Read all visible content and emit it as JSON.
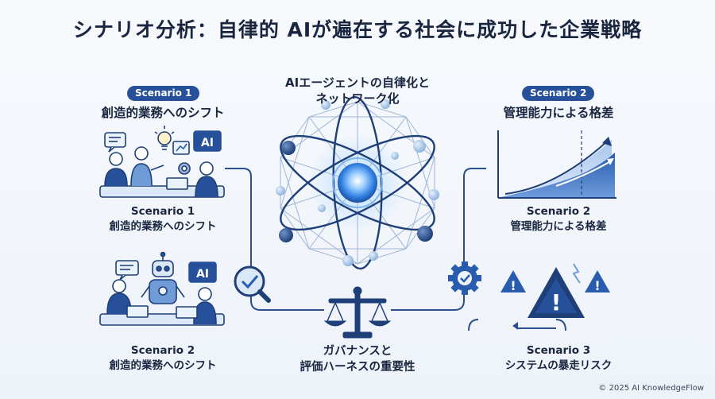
{
  "title": "シナリオ分析：自律的 AIが遍在する社会に成功した企業戦略",
  "center": {
    "top_label_1": "AIエージェントの自律化と",
    "top_label_2": "ネットワーク化",
    "bottom_label_1": "ガバナンスと",
    "bottom_label_2": "評価ハーネスの重要性"
  },
  "left_top": {
    "pill": "Scenario 1",
    "heading": "創造的業務へのシフト",
    "caption_1": "Scenario 1",
    "caption_2": "創造的業務へのシフト",
    "screen_text": "AI"
  },
  "left_bottom": {
    "caption_1": "Scenario 2",
    "caption_2": "創造的業務へのシフト",
    "screen_text": "AI"
  },
  "right_top": {
    "pill": "Scenario 2",
    "heading": "管理能力による格差",
    "caption_1": "Scenario 2",
    "caption_2": "管理能力による格差"
  },
  "right_bottom": {
    "caption_1": "Scenario 3",
    "caption_2": "システムの暴走リスク"
  },
  "footer": {
    "copyright": "© 2025 AI KnowledgeFlow"
  },
  "colors": {
    "primary": "#26519a",
    "light": "#6f9bd6",
    "pale": "#c9dbf2",
    "glow": "#3f8ee8"
  },
  "icons": [
    "magnifier-check-icon",
    "gear-check-icon",
    "balance-scale-icon",
    "warning-icon",
    "lightbulb-icon",
    "robot-icon",
    "atom-network-icon"
  ]
}
